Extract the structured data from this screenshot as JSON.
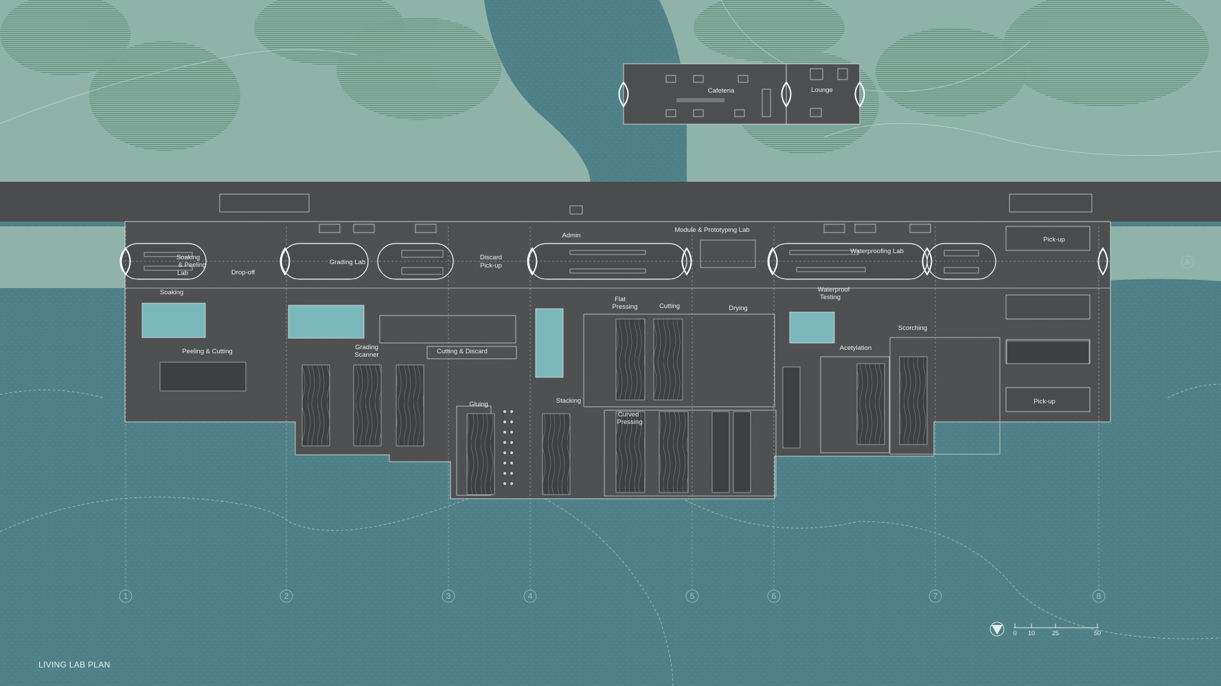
{
  "title": "LIVING LAB PLAN",
  "colors": {
    "water": "#4f8087",
    "land": "#8fb3a8",
    "building": "#4d4e4f",
    "road": "#4a4b4c",
    "pool": "#7bb8bc",
    "line": "#d9dede"
  },
  "rooms": {
    "cafeteria": "Cafeteria",
    "lounge": "Lounge",
    "soaking_peeling_lab": [
      "Soaking",
      "& Peeling",
      "Lab"
    ],
    "drop_off": "Drop-off",
    "grading_lab": "Grading Lab",
    "discard_pickup": [
      "Discard",
      "Pick-up"
    ],
    "admin": "Admin",
    "module_prototyping_lab": "Module & Prototyping Lab",
    "waterproofing_lab": "Waterproofing Lab",
    "pick_up_top": "Pick-up",
    "soaking": "Soaking",
    "peeling_cutting": "Peeling & Cutting",
    "grading_scanner": [
      "Grading",
      "Scanner"
    ],
    "cutting_discard": "Cutting & Discard",
    "flat_pressing": [
      "Flat",
      "Pressing"
    ],
    "cutting": "Cutting",
    "drying": "Drying",
    "waterproof_testing": [
      "Waterproof",
      "Testing"
    ],
    "acetylation": "Acetylation",
    "scorching": "Scorching",
    "gluing": "Gluing",
    "stacking": "Stacking",
    "curved_pressing": [
      "Curved",
      "Pressing"
    ],
    "pick_up_bottom": "Pick-up"
  },
  "grid_markers": [
    "1",
    "2",
    "3",
    "4",
    "5",
    "6",
    "7",
    "8"
  ],
  "row_marker": "A",
  "scale_labels": [
    "0",
    "10",
    "25",
    "50"
  ]
}
